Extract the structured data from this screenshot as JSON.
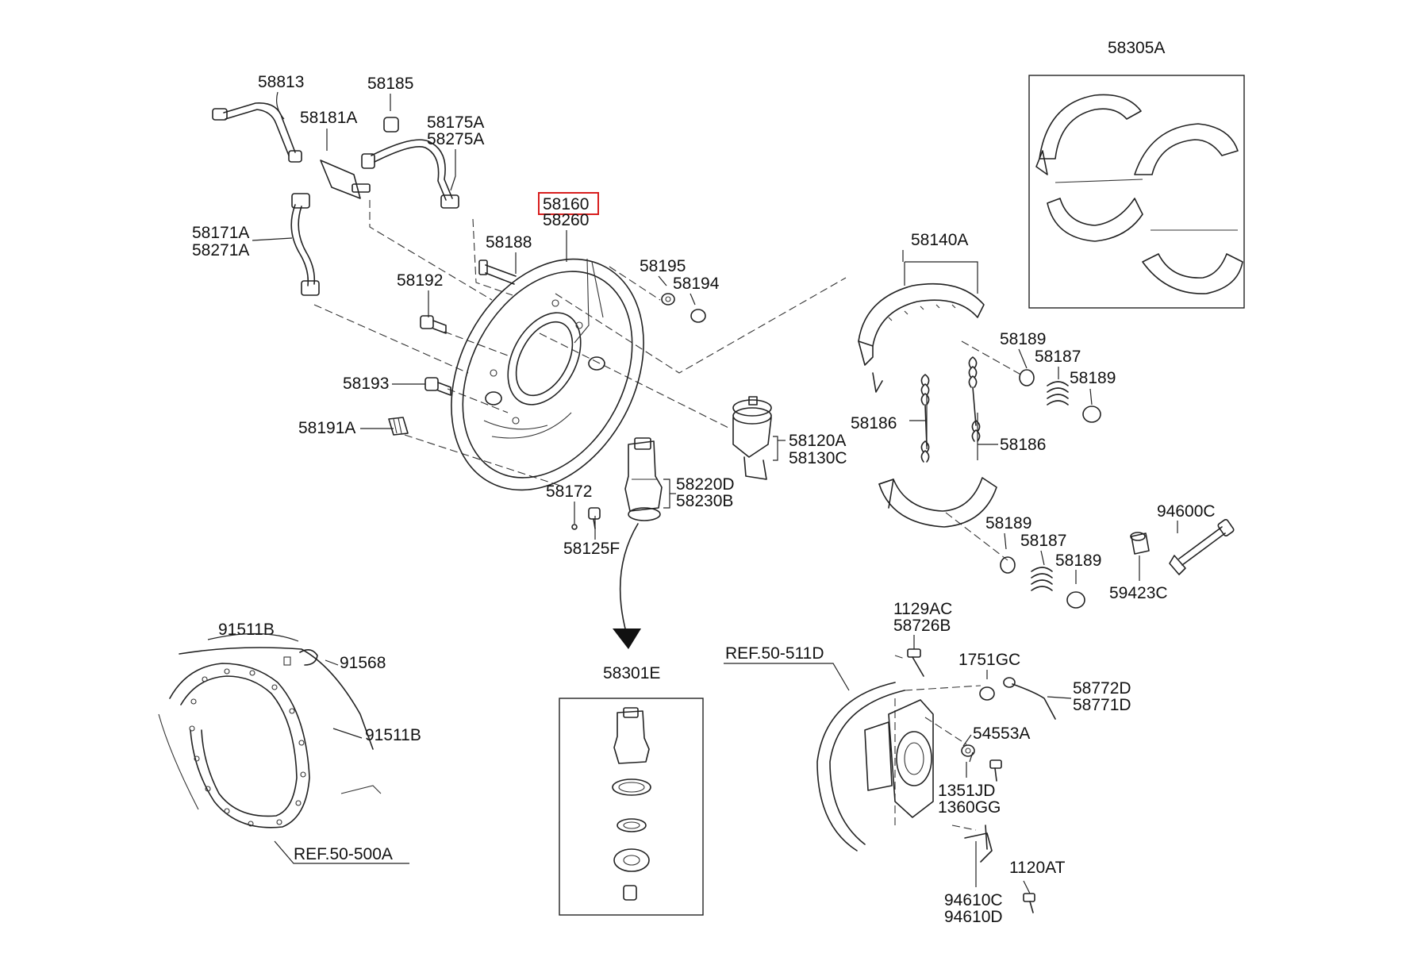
{
  "highlight_color": "#d81e1e",
  "labels": {
    "p58813": "58813",
    "p58185": "58185",
    "p58181A": "58181A",
    "p58175A": "58175A",
    "p58275A": "58275A",
    "p58171A": "58171A",
    "p58271A": "58271A",
    "p58160": "58160",
    "p58260": "58260",
    "p58188": "58188",
    "p58195": "58195",
    "p58194": "58194",
    "p58192": "58192",
    "p58193": "58193",
    "p58191A": "58191A",
    "p58120A": "58120A",
    "p58130C": "58130C",
    "p58220D": "58220D",
    "p58230B": "58230B",
    "p58172": "58172",
    "p58125F": "58125F",
    "p58305A": "58305A",
    "p58140A": "58140A",
    "p58189a": "58189",
    "p58187a": "58187",
    "p58189b": "58189",
    "p58186a": "58186",
    "p58186b": "58186",
    "p58189c": "58189",
    "p58187b": "58187",
    "p58189d": "58189",
    "p94600C": "94600C",
    "p59423C": "59423C",
    "p1129AC": "1129AC",
    "p58726B": "58726B",
    "pREF50511D": "REF.50-511D",
    "p1751GC": "1751GC",
    "p58772D": "58772D",
    "p58771D": "58771D",
    "p54553A": "54553A",
    "p1351JD": "1351JD",
    "p1360GG": "1360GG",
    "p1120AT": "1120AT",
    "p94610C": "94610C",
    "p94610D": "94610D",
    "p58301E": "58301E",
    "p91511Ba": "91511B",
    "p91568": "91568",
    "p91511Bb": "91511B",
    "pREF50500A": "REF.50-500A"
  }
}
